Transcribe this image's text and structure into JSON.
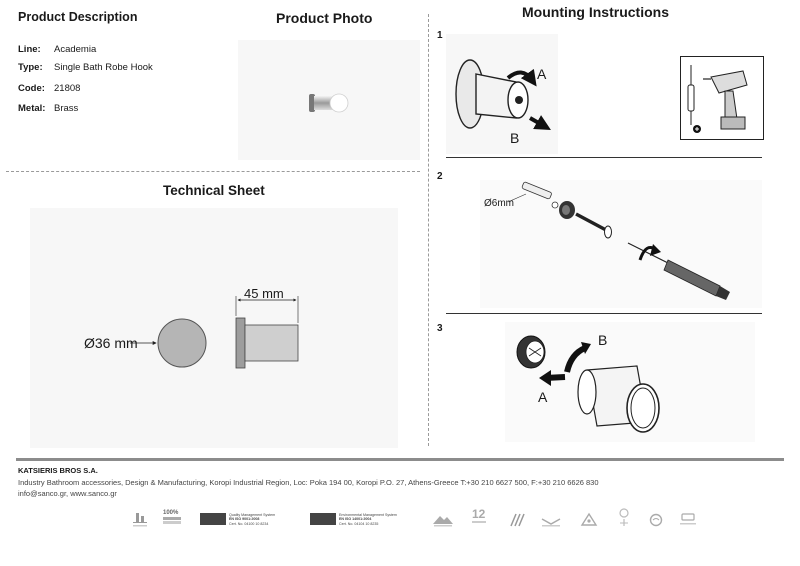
{
  "headings": {
    "product_description": "Product Description",
    "product_photo": "Product Photo",
    "mounting_instructions": "Mounting Instructions",
    "technical_sheet": "Technical Sheet"
  },
  "specs": [
    {
      "label": "Line:",
      "value": "Academia"
    },
    {
      "label": "Type:",
      "value": "Single Bath Robe Hook"
    },
    {
      "label": "Code:",
      "value": "21808"
    },
    {
      "label": "Metal:",
      "value": "Brass"
    }
  ],
  "technical": {
    "diameter": "Ø36 mm",
    "length": "45 mm"
  },
  "mounting": {
    "steps": [
      "1",
      "2",
      "3"
    ],
    "step1_labels": {
      "a": "A",
      "b": "B"
    },
    "step2_label": "Ø6mm",
    "step3_labels": {
      "a": "A",
      "b": "B"
    }
  },
  "footer": {
    "company": "KATSIERIS BROS S.A.",
    "address": "Industry Bathroom accessories, Design & Manufacturing, Koropi Industrial Region, Loc: Poka 194 00, Koropi P.O. 27, Athens-Greece   T:+30 210 6627 500, F:+30 210 6626 830",
    "contact": "info@sanco.gr, www.sanco.gr",
    "cert_quality": [
      "Quality Management System",
      "EN ISO 9001:2008",
      "Cert. No. 04100 10 8234"
    ],
    "cert_env": [
      "Environmental Management System",
      "EN ISO 14001:2004",
      "Cert. No. 04104 10 8235"
    ],
    "badge_100": "100%",
    "badge_12": "12"
  },
  "colors": {
    "accent": "#1a1a1a",
    "footer_bar": "#8c8c8c",
    "panel": "#f7f7f7"
  }
}
